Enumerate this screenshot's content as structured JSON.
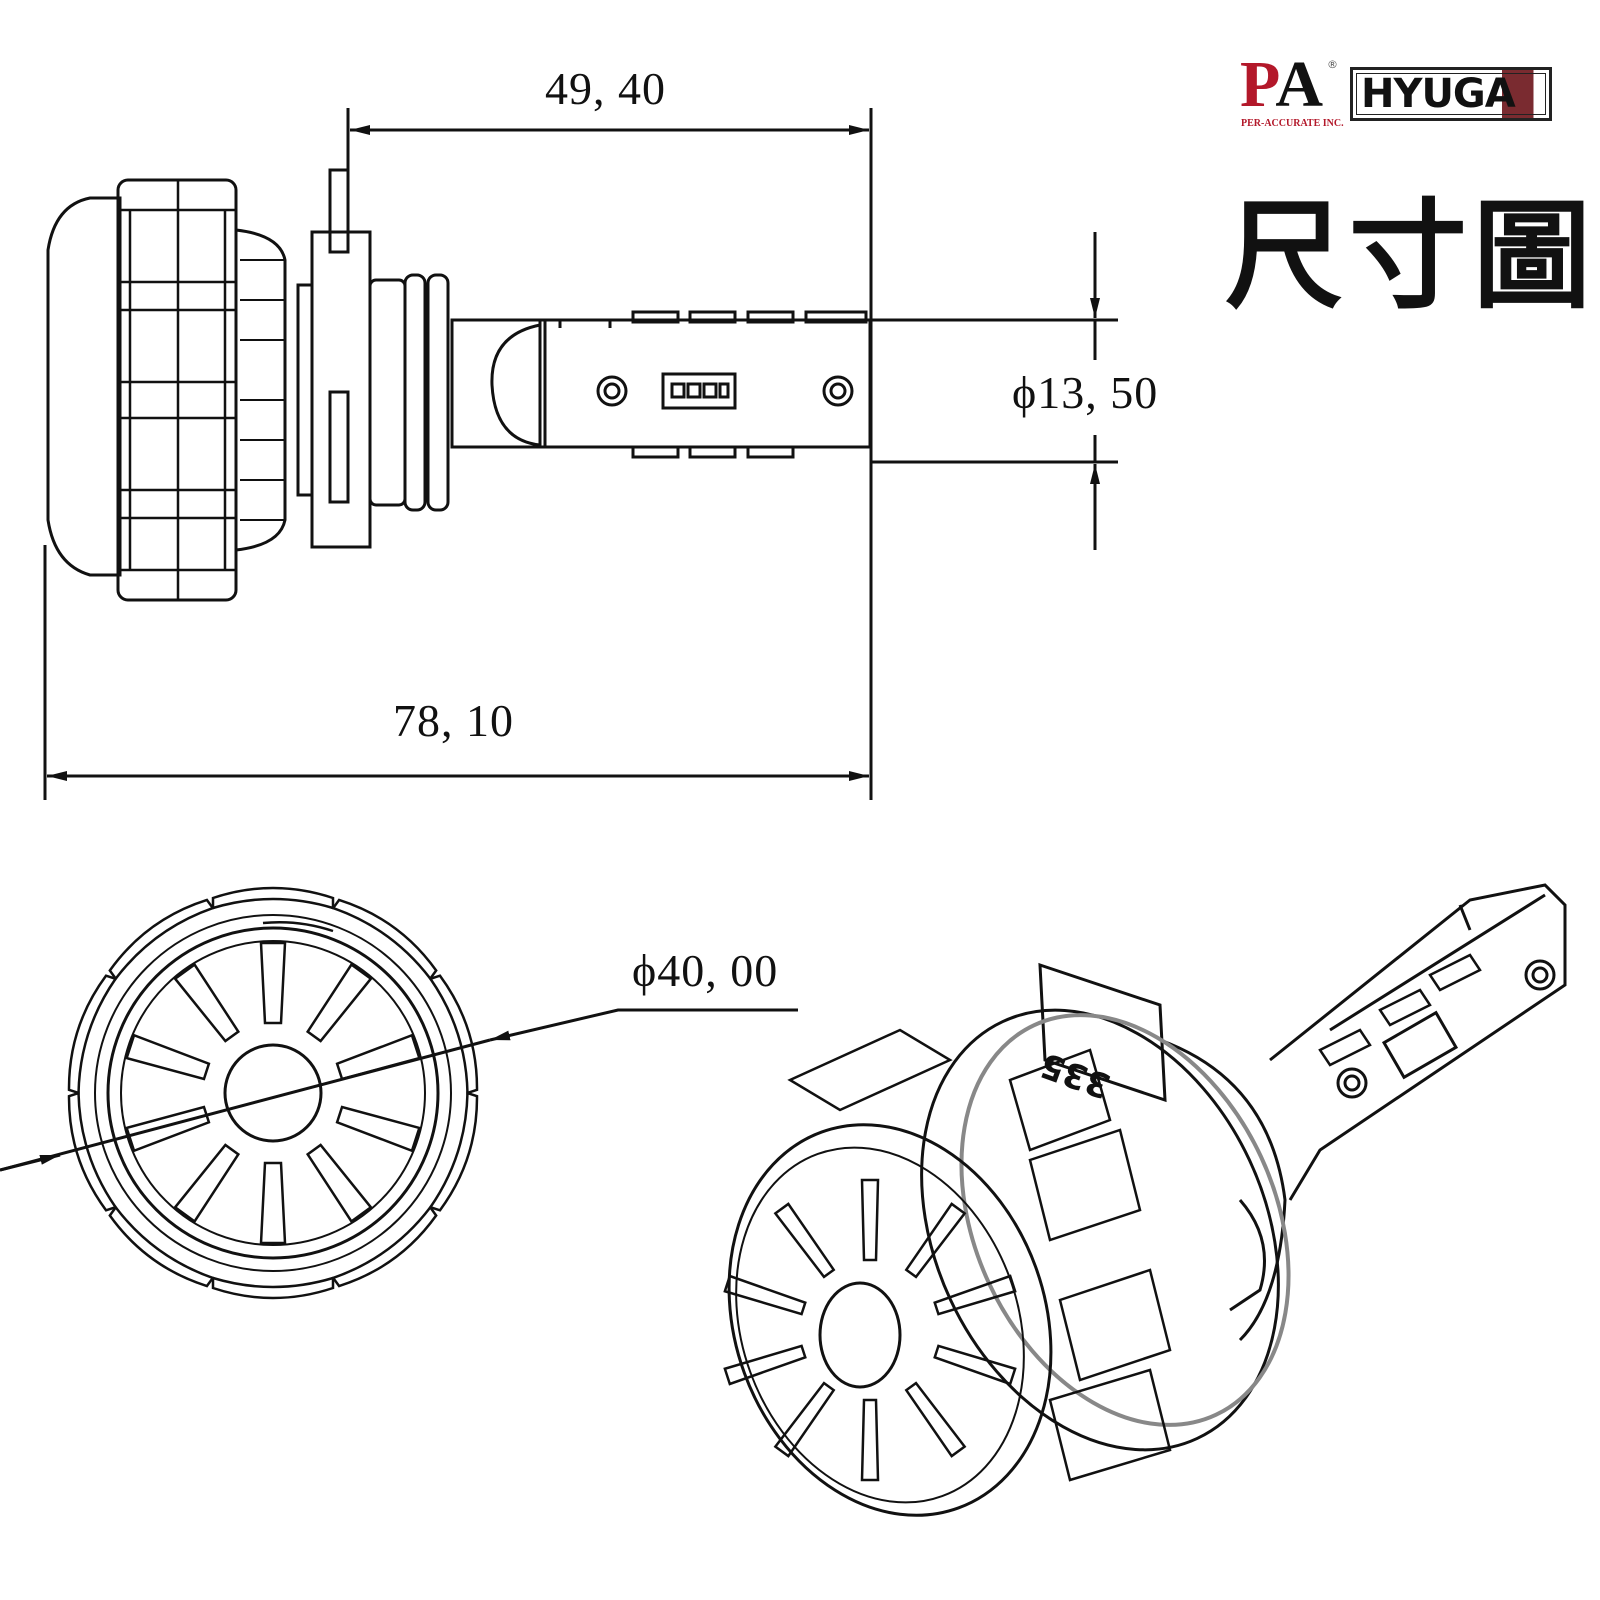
{
  "header": {
    "brand_pa": "PA",
    "brand_pa_registered": "®",
    "brand_pa_subtitle": "PER-ACCURATE INC.",
    "brand_hyuga": "HYUGA",
    "title": "尺寸圖"
  },
  "dimensions": {
    "head_length": "49, 40",
    "total_length": "78, 10",
    "shaft_diameter": "ϕ13, 50",
    "base_diameter": "ϕ40, 00"
  },
  "engraving": "335",
  "colors": {
    "brand_red": "#b3182a",
    "line": "#111111",
    "hyuga_accent": "#7a2b30"
  }
}
